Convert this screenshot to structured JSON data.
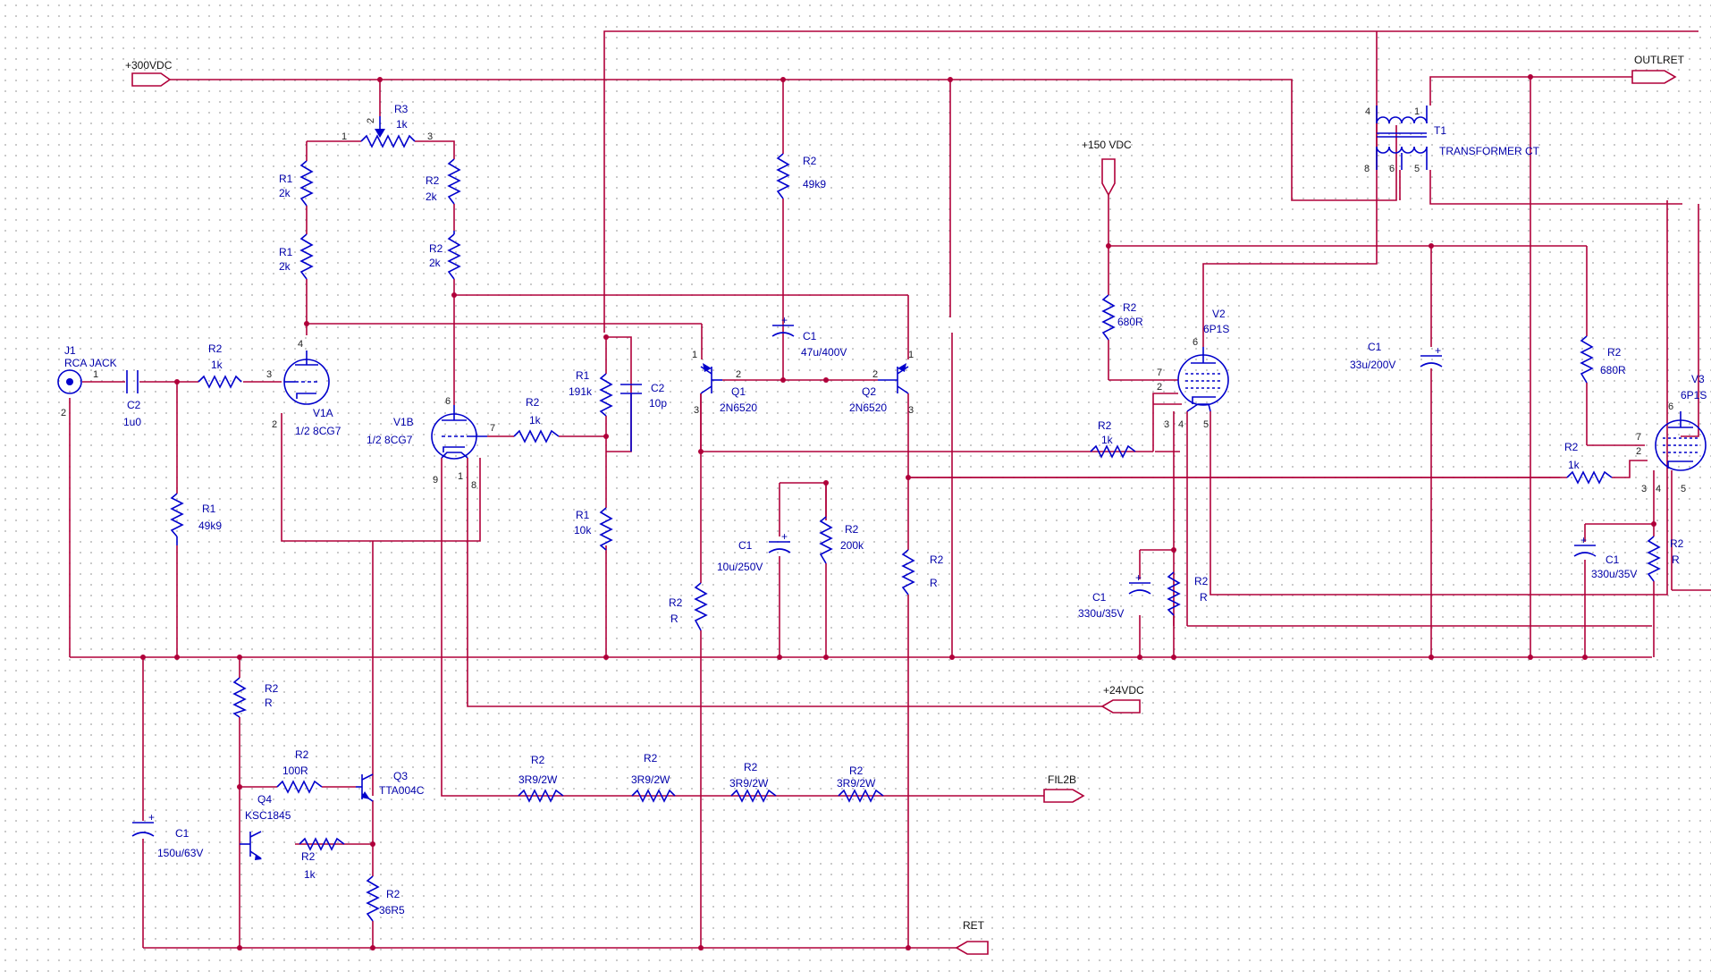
{
  "nets": {
    "p300": "+300VDC",
    "p150": "+150 VDC",
    "p24": "+24VDC",
    "fil2b": "FIL2B",
    "ret": "RET",
    "outlret": "OUTLRET"
  },
  "parts": {
    "j1": {
      "ref": "J1",
      "val": "RCA JACK"
    },
    "c2a": {
      "ref": "C2",
      "val": "1u0"
    },
    "r2in": {
      "ref": "R2",
      "val": "1k"
    },
    "r1g": {
      "ref": "R1",
      "val": "49k9"
    },
    "r3": {
      "ref": "R3",
      "val": "1k"
    },
    "r1a": {
      "ref": "R1",
      "val": "2k"
    },
    "r1b": {
      "ref": "R1",
      "val": "2k"
    },
    "r2a": {
      "ref": "R2",
      "val": "2k"
    },
    "r2b": {
      "ref": "R2",
      "val": "2k"
    },
    "v1a": {
      "ref": "V1A",
      "val": "1/2 8CG7"
    },
    "v1b": {
      "ref": "V1B",
      "val": "1/2 8CG7"
    },
    "r2g2": {
      "ref": "R2",
      "val": "1k"
    },
    "r1_191": {
      "ref": "R1",
      "val": "191k"
    },
    "c2_10p": {
      "ref": "C2",
      "val": "10p"
    },
    "r1_10k": {
      "ref": "R1",
      "val": "10k"
    },
    "r2_49k9": {
      "ref": "R2",
      "val": "49k9"
    },
    "q1": {
      "ref": "Q1",
      "val": "2N6520"
    },
    "q2": {
      "ref": "Q2",
      "val": "2N6520"
    },
    "c1_47": {
      "ref": "C1",
      "val": "47u/400V"
    },
    "c1_10": {
      "ref": "C1",
      "val": "10u/250V"
    },
    "r2_200k": {
      "ref": "R2",
      "val": "200k"
    },
    "r2_r1": {
      "ref": "R2",
      "val": "R"
    },
    "r2_r2": {
      "ref": "R2",
      "val": "R"
    },
    "r2_r3": {
      "ref": "R2",
      "val": "R"
    },
    "r2_100": {
      "ref": "R2",
      "val": "100R"
    },
    "q3": {
      "ref": "Q3",
      "val": "TTA004C"
    },
    "q4": {
      "ref": "Q4",
      "val": "KSC1845"
    },
    "r2_1k_b": {
      "ref": "R2",
      "val": "1k"
    },
    "r2_36": {
      "ref": "R2",
      "val": "36R5"
    },
    "c1_150": {
      "ref": "C1",
      "val": "150u/63V"
    },
    "rf1": {
      "ref": "R2",
      "val": "3R9/2W"
    },
    "rf2": {
      "ref": "R2",
      "val": "3R9/2W"
    },
    "rf3": {
      "ref": "R2",
      "val": "3R9/2W"
    },
    "rf4": {
      "ref": "R2",
      "val": "3R9/2W"
    },
    "t1": {
      "ref": "T1",
      "val": "TRANSFORMER CT"
    },
    "r2_680a": {
      "ref": "R2",
      "val": "680R"
    },
    "r2_680b": {
      "ref": "R2",
      "val": "680R"
    },
    "v2": {
      "ref": "V2",
      "val": "6P1S"
    },
    "v3": {
      "ref": "V3",
      "val": "6P1S"
    },
    "c1_33": {
      "ref": "C1",
      "val": "33u/200V"
    },
    "r2_1k_v2": {
      "ref": "R2",
      "val": "1k"
    },
    "r2_1k_v3": {
      "ref": "R2",
      "val": "1k"
    },
    "c1_330a": {
      "ref": "C1",
      "val": "330u/35V"
    },
    "c1_330b": {
      "ref": "C1",
      "val": "330u/35V"
    },
    "r2_rk2": {
      "ref": "R2",
      "val": "R"
    },
    "r2_rk3": {
      "ref": "R2",
      "val": "R"
    }
  },
  "pins": {
    "one": "1",
    "two": "2",
    "three": "3",
    "four": "4",
    "five": "5",
    "six": "6",
    "seven": "7",
    "eight": "8",
    "nine": "9"
  },
  "colors": {
    "wire": "#b0003a",
    "component": "#0000cc",
    "background": "#ffffff"
  }
}
